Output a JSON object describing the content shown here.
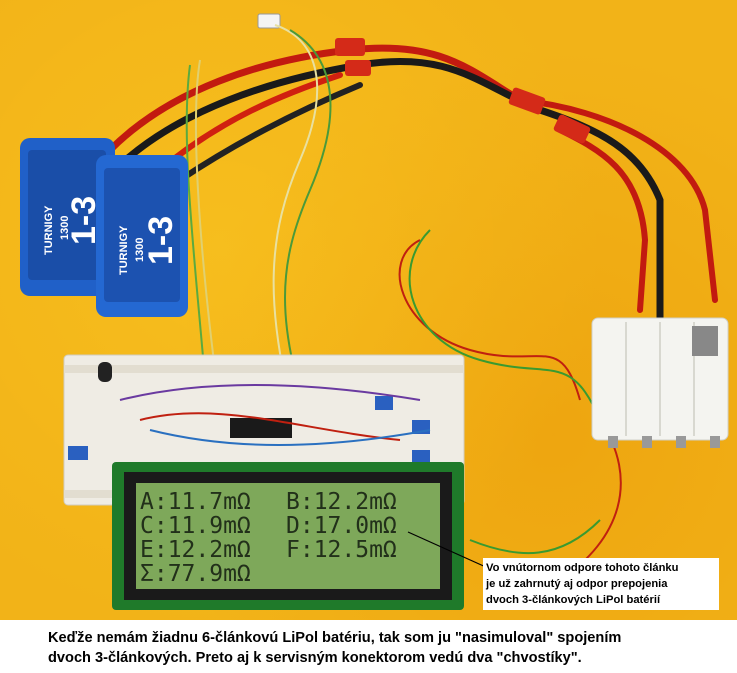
{
  "batteries": [
    {
      "brand": "TURNIGY",
      "capacity": "1300",
      "model": "1-3"
    },
    {
      "brand": "TURNIGY",
      "capacity": "1300",
      "model": "1-3"
    }
  ],
  "lcd": {
    "rows": [
      [
        "A:11.7mΩ",
        "B:12.2mΩ"
      ],
      [
        "C:11.9mΩ",
        "D:17.0mΩ"
      ],
      [
        "E:12.2mΩ",
        "F:12.5mΩ"
      ],
      [
        "Σ:77.9mΩ",
        ""
      ]
    ],
    "backlight_color": "#7ea85a"
  },
  "annotation": {
    "lines": [
      "Vo vnútornom odpore tohoto článku",
      "je už zahrnutý aj odpor prepojenia",
      "dvoch 3-článkových LiPol batérií"
    ]
  },
  "caption": {
    "lines": [
      "Keďže nemám žiadnu 6-článkovú LiPol batériu, tak som ju \"nasimuloval\" spojením",
      "dvoch 3-článkových. Preto aj k servisným konektorom vedú dva \"chvostíky\"."
    ]
  },
  "colors": {
    "background": "#f2b318",
    "battery": "#2060c8",
    "breadboard": "#efece4",
    "resistor": "#f4f4f0"
  }
}
